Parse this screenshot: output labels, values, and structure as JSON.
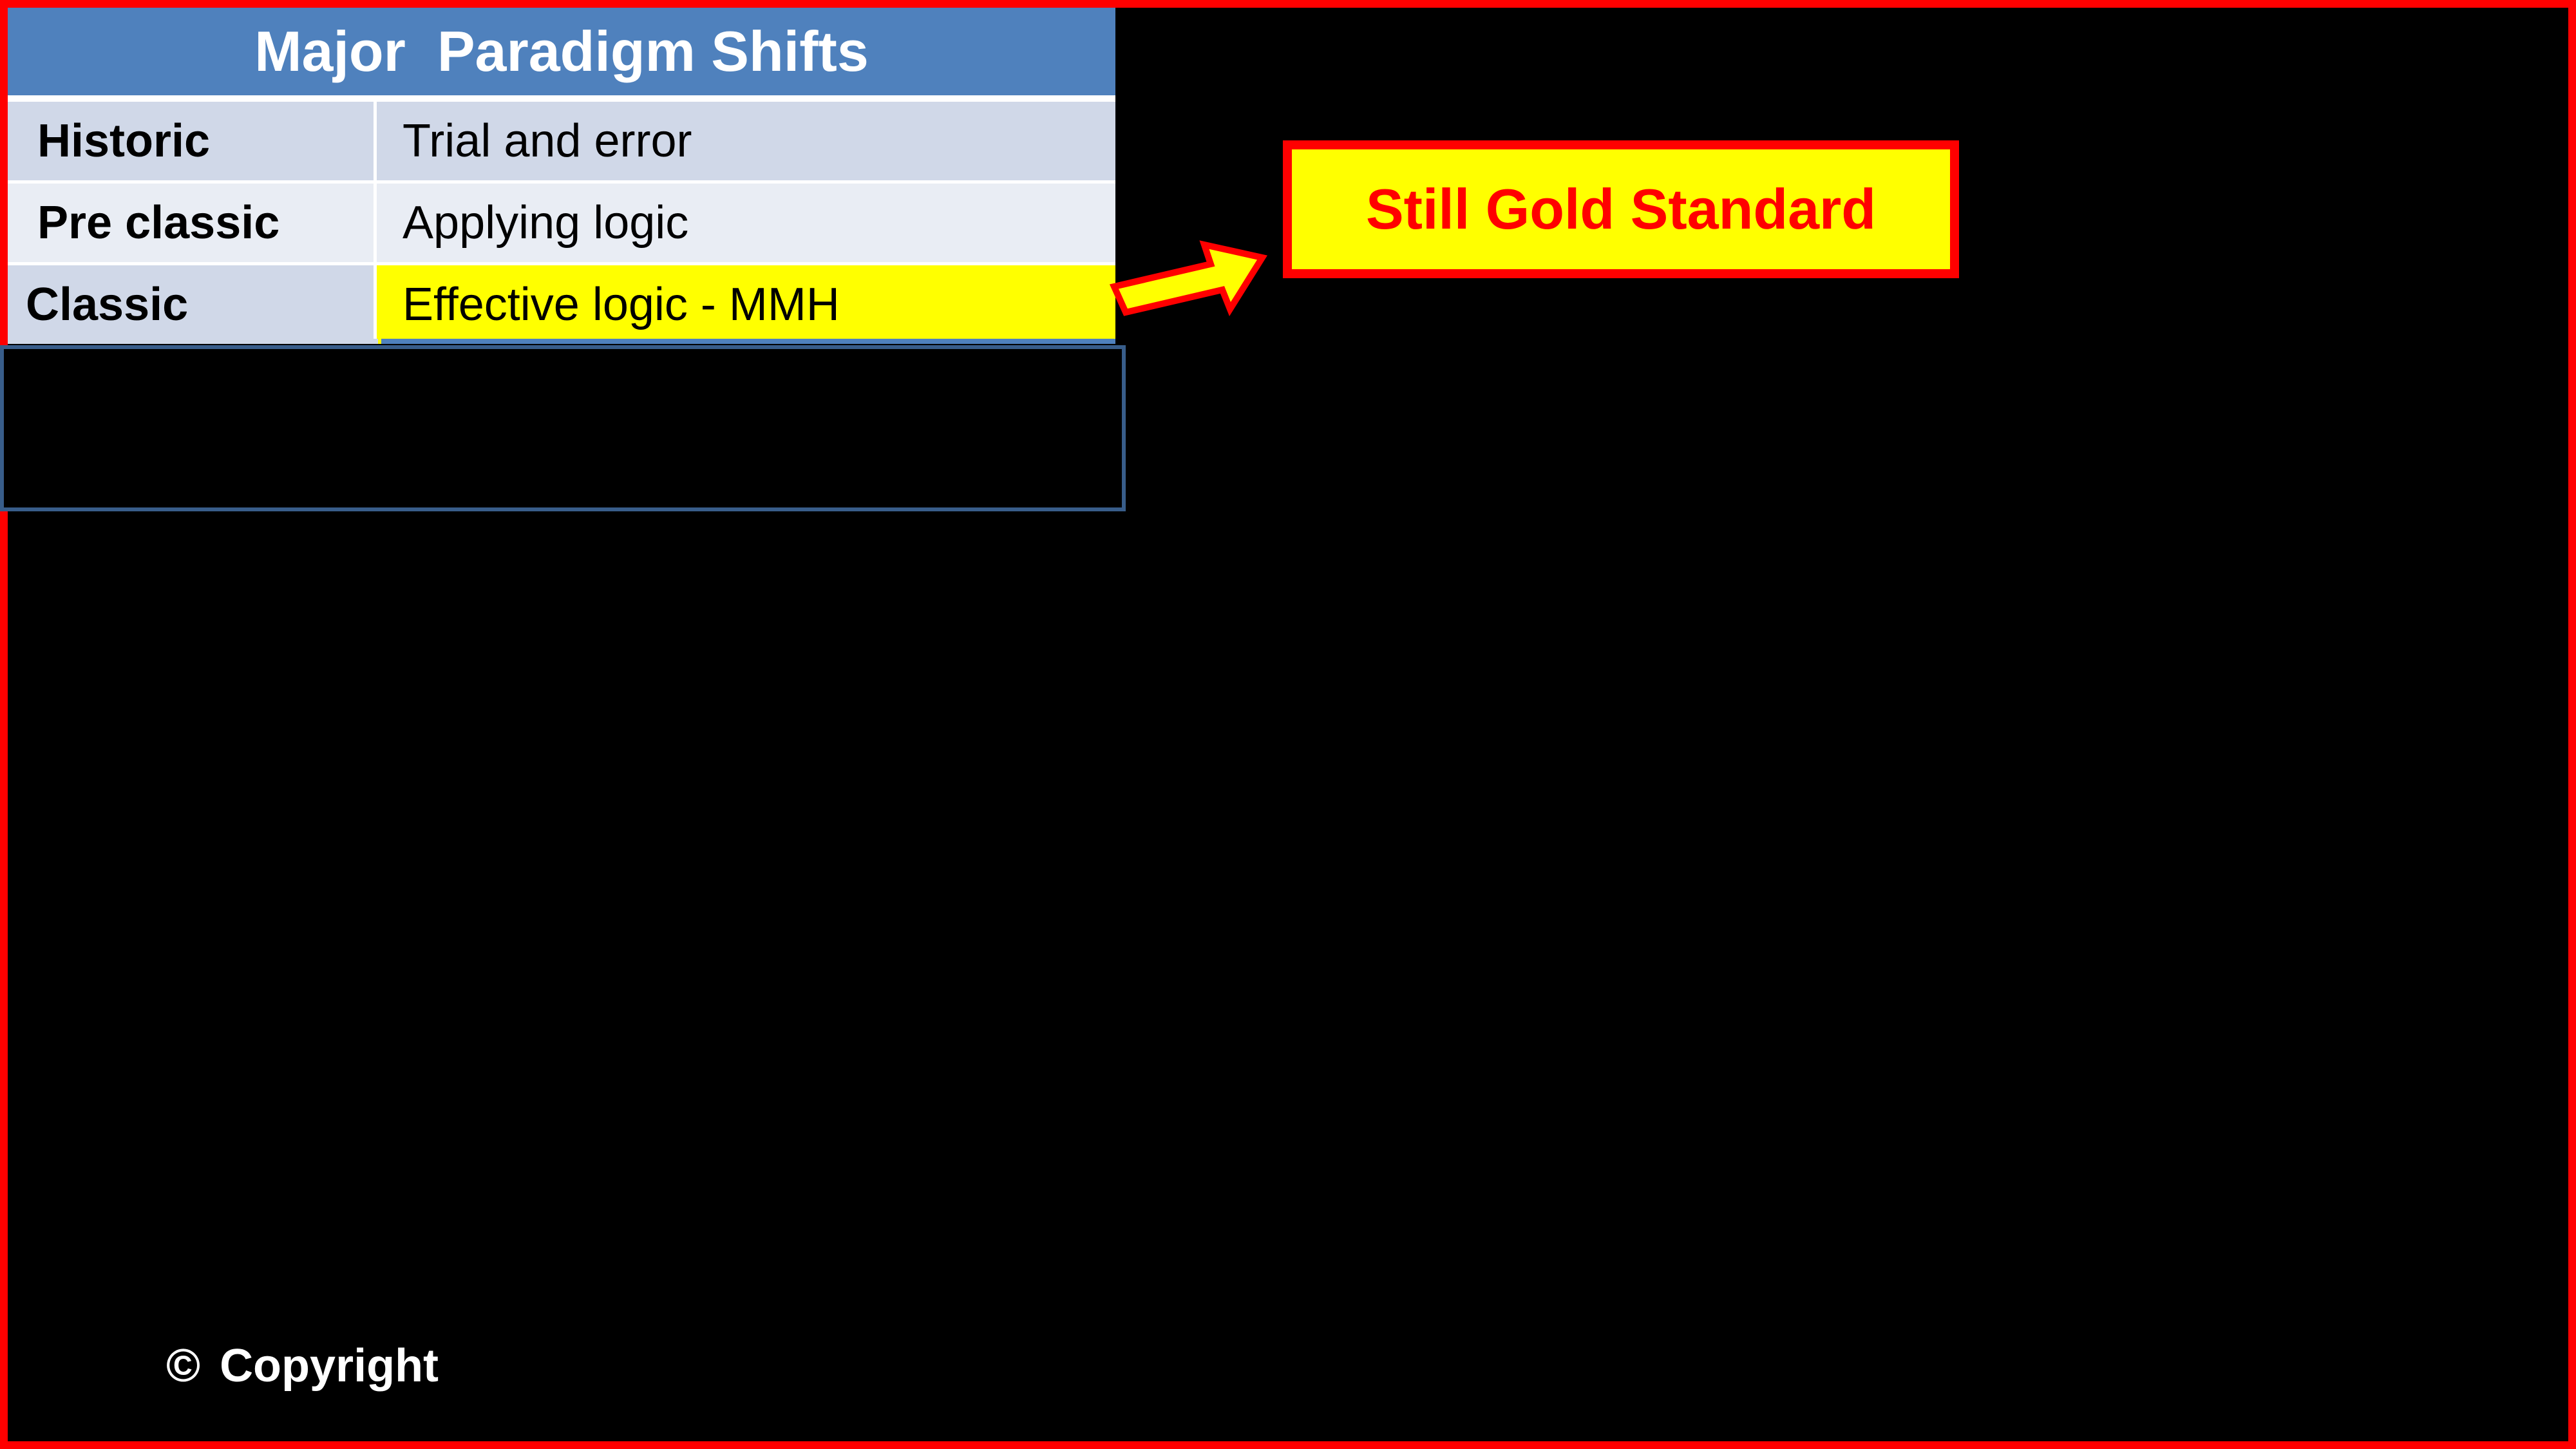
{
  "table": {
    "title": "Major  Paradigm Shifts",
    "rows": [
      {
        "label": "Historic",
        "value": "Trial and error"
      },
      {
        "label": "Pre classic",
        "value": "Applying logic"
      },
      {
        "label": "Classic",
        "value": "Effective logic - MMH"
      }
    ]
  },
  "callout": {
    "text": "Still Gold Standard"
  },
  "footer": {
    "copyright_symbol": "©",
    "copyright_text": "Copyright"
  },
  "colors": {
    "frame_border": "#ff0000",
    "background": "#000000",
    "header_blue": "#4f81bd",
    "row_dark": "#d0d8e8",
    "row_light": "#e9edf4",
    "highlight_yellow": "#ffff00",
    "callout_text": "#ff0000",
    "box_border": "#385d8a"
  }
}
